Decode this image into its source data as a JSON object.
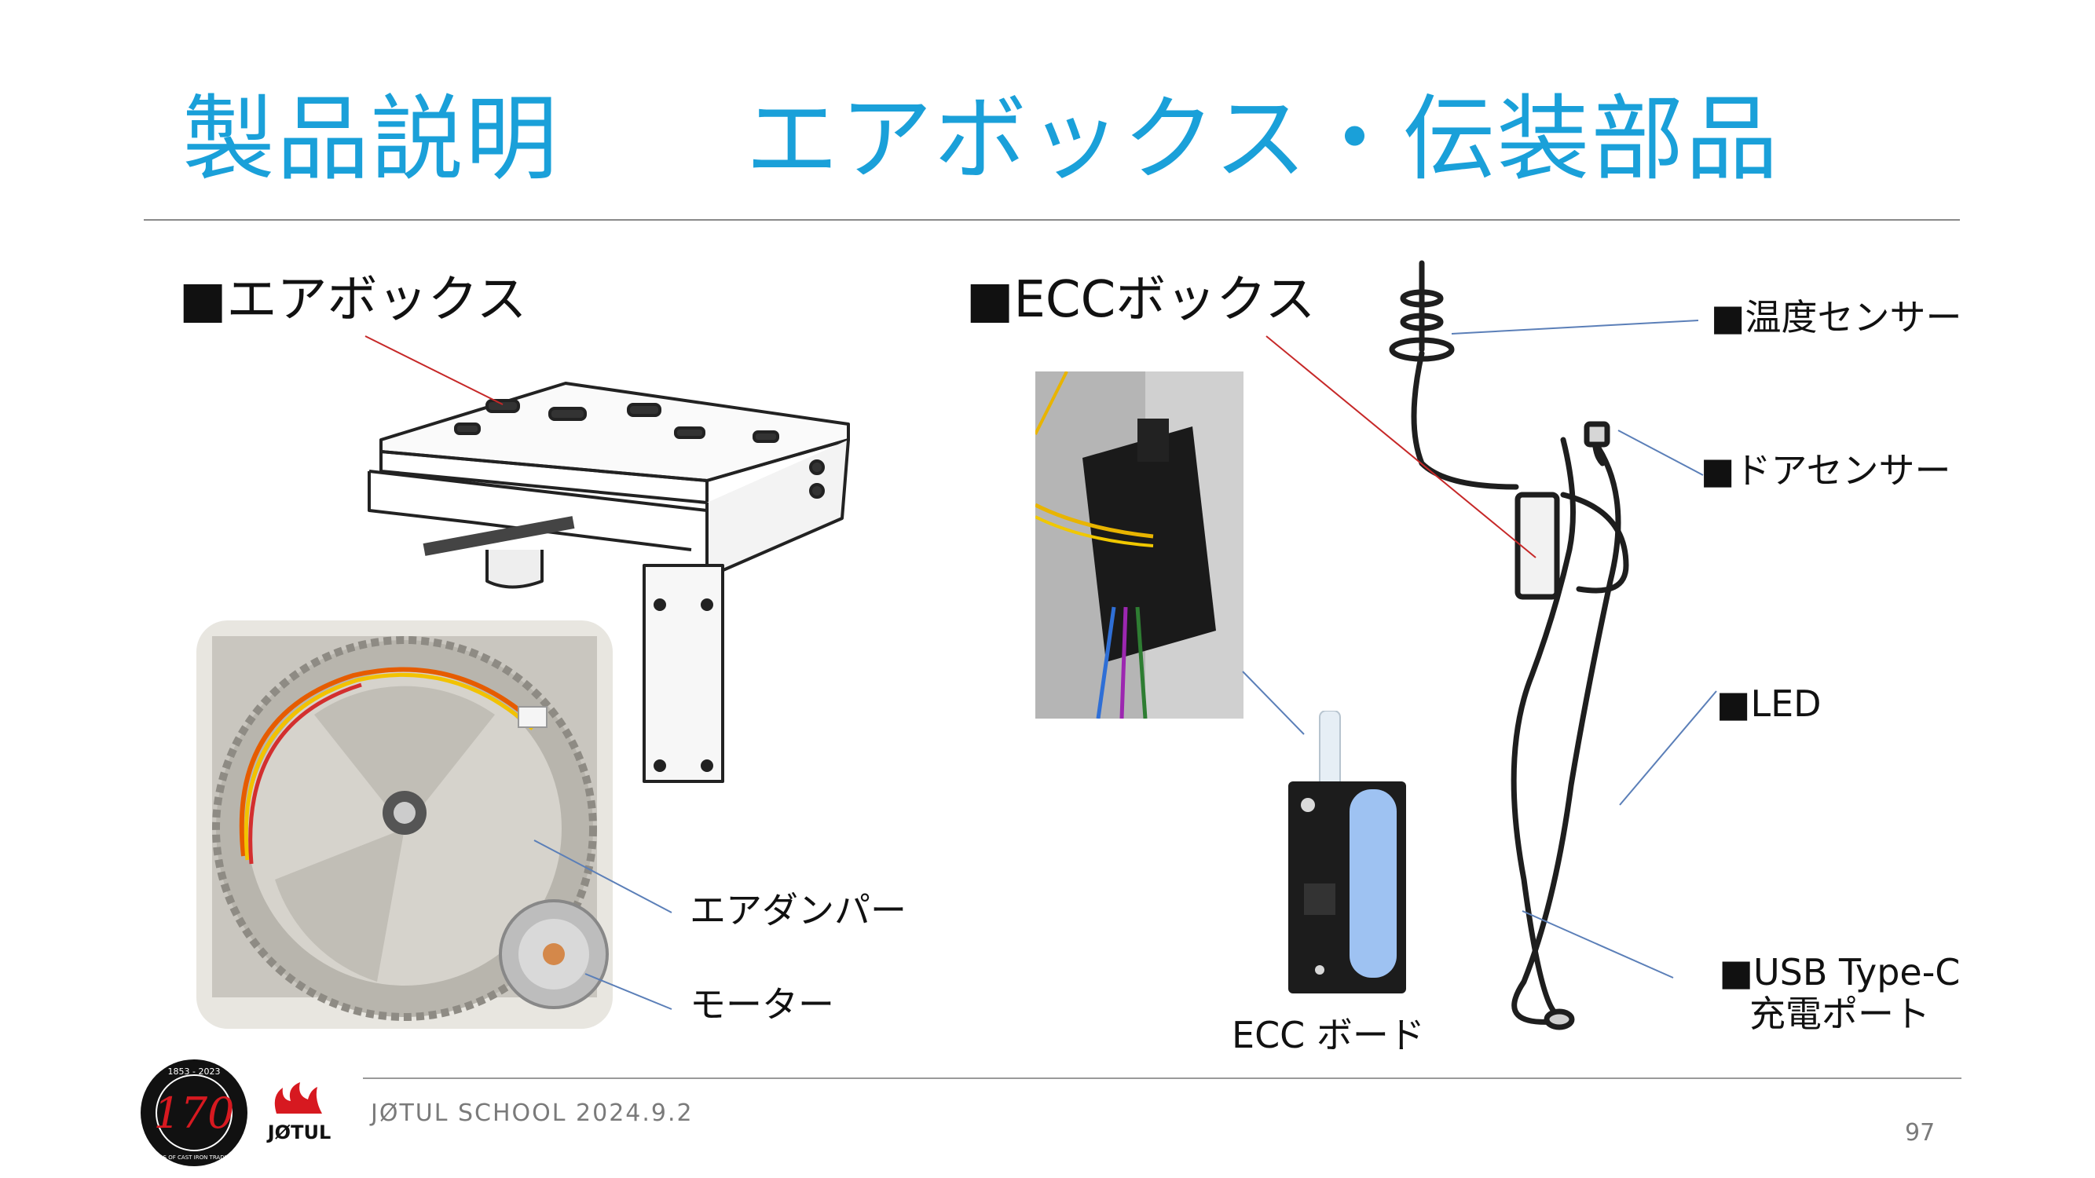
{
  "slide": {
    "title_main": "製品説明",
    "title_sub": "エアボックス・伝装部品"
  },
  "sections": {
    "airbox_heading": "■エアボックス",
    "ecc_heading": "■ECCボックス"
  },
  "airbox_labels": {
    "air_damper": "エアダンパー",
    "motor": "モーター"
  },
  "ecc_labels": {
    "board": "ECC ボード",
    "temp_sensor": "■温度センサー",
    "door_sensor": "■ドアセンサー",
    "led": "■LED",
    "usb_line1": "■USB Type-C",
    "usb_line2": "充電ポート"
  },
  "footer": {
    "text": "JØTUL SCHOOL 2024.9.2",
    "page_number": "97",
    "badge_number": "170",
    "badge_years": "1853 - 2023",
    "badge_ring": "YEARS OF CAST IRON TRADITION",
    "brand": "JØTUL"
  },
  "colors": {
    "title": "#1aa0d9",
    "leader_red": "#c62828",
    "leader_blue": "#5b7fb8",
    "brand_red": "#d71920"
  }
}
